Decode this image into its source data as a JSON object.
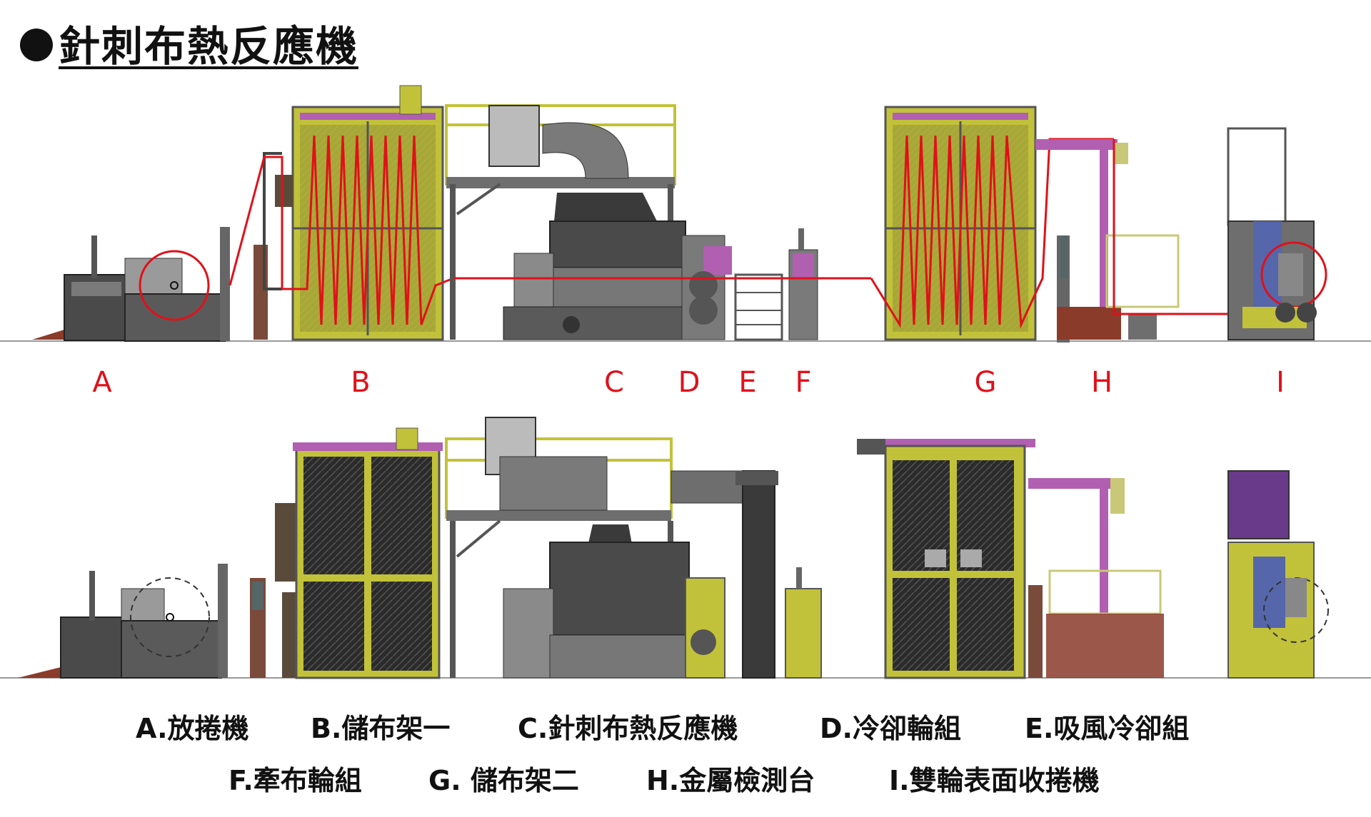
{
  "title": "針刺布熱反應機",
  "letters": [
    "A",
    "B",
    "C",
    "D",
    "E",
    "F",
    "G",
    "H",
    "I"
  ],
  "legend_row1": [
    "A.放捲機",
    "B.儲布架一",
    "C.針刺布熱反應機",
    "D.冷卻輪組",
    "E.吸風冷卻組"
  ],
  "legend_row2": [
    "F.牽布輪組",
    "G. 儲布架二",
    "H.金屬檢測台",
    "I.雙輪表面收捲機"
  ],
  "colors": {
    "frame": "#c2c23a",
    "panel": "#2a2a2a",
    "belt": "#e0111a",
    "pipe": "#b15fb1",
    "steel": "#6e6e6e",
    "rust": "#8a3b2a",
    "rail": "#c8c878"
  }
}
